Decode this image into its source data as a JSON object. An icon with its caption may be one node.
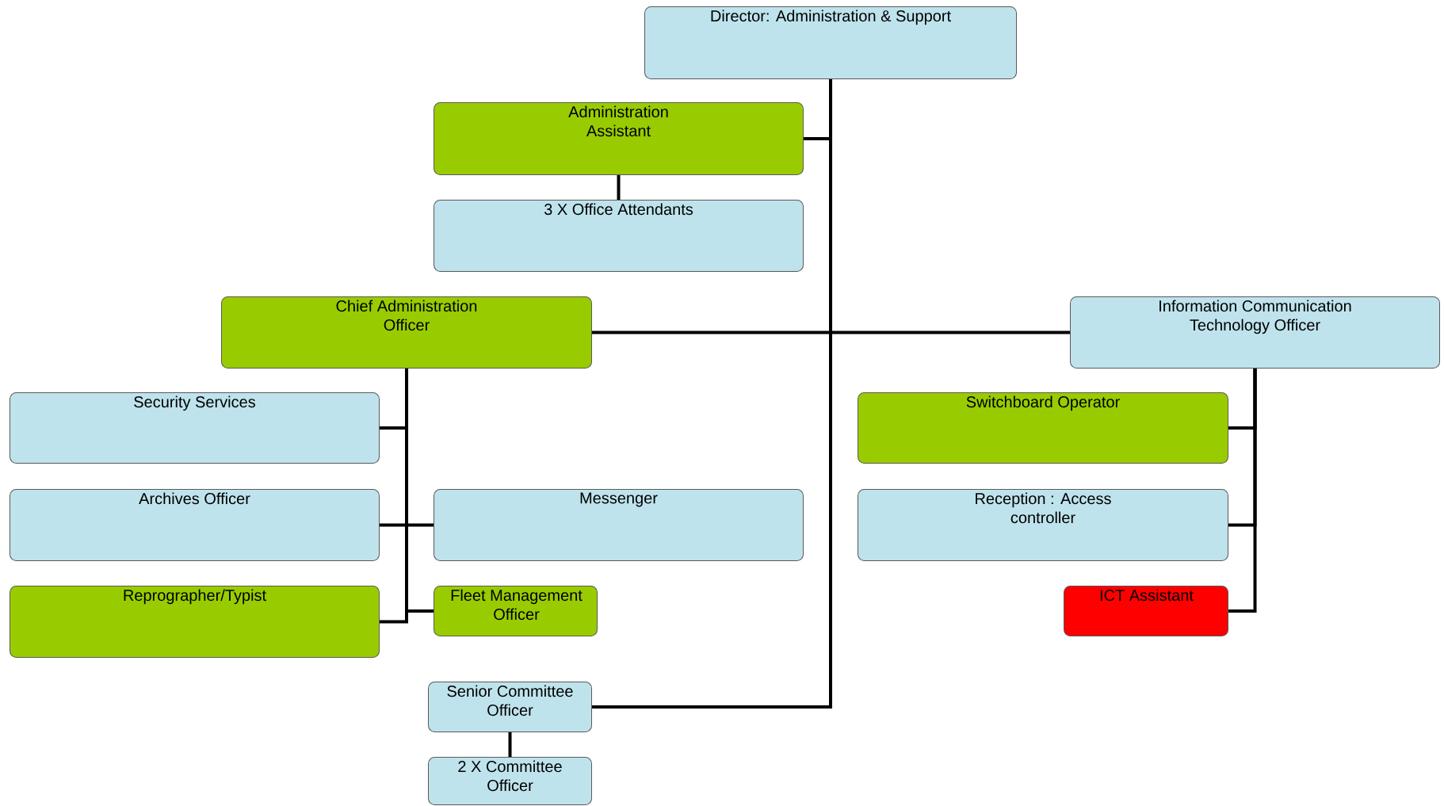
{
  "diagram": {
    "nodes": [
      {
        "text": [
          "Director: Administration & Support"
        ]
      },
      {
        "text": [
          "Administration Assistant"
        ]
      },
      {
        "text": [
          "3 X Office Attendants"
        ]
      },
      {
        "text": [
          "Chief Administration Officer"
        ]
      },
      {
        "text": [
          "Information Communication Technology Officer"
        ]
      },
      {
        "text": [
          "Security Services"
        ]
      },
      {
        "text": [
          "Archives Officer"
        ]
      },
      {
        "text": [
          "Messenger"
        ]
      },
      {
        "text": [
          "Reprographer/Typist"
        ]
      },
      {
        "text": [
          "Fleet Management Officer"
        ]
      },
      {
        "text": [
          "Senior Committee Officer"
        ]
      },
      {
        "text": [
          "2 X Committee Officer"
        ]
      },
      {
        "text": [
          "Switchboard Operator"
        ]
      },
      {
        "text": [
          "Reception : Access controller"
        ]
      },
      {
        "text": [
          "ICT Assistant"
        ]
      }
    ],
    "edges": [
      {
        "from": 0,
        "to": 1,
        "arrow": "none"
      },
      {
        "from": 1,
        "to": 2,
        "arrow": "none"
      },
      {
        "from": 0,
        "to": 3,
        "arrow": "none"
      },
      {
        "from": 0,
        "to": 4,
        "arrow": "none"
      },
      {
        "from": 3,
        "to": 5,
        "arrow": "none"
      },
      {
        "from": 3,
        "to": 6,
        "arrow": "none"
      },
      {
        "from": 3,
        "to": 7,
        "arrow": "none"
      },
      {
        "from": 3,
        "to": 8,
        "arrow": "none"
      },
      {
        "from": 3,
        "to": 9,
        "arrow": "none"
      },
      {
        "from": 0,
        "to": 10,
        "arrow": "none"
      },
      {
        "from": 10,
        "to": 11,
        "arrow": "none"
      },
      {
        "from": 4,
        "to": 12,
        "arrow": "none"
      },
      {
        "from": 4,
        "to": 13,
        "arrow": "none"
      },
      {
        "from": 4,
        "to": 14,
        "arrow": "none"
      }
    ]
  }
}
